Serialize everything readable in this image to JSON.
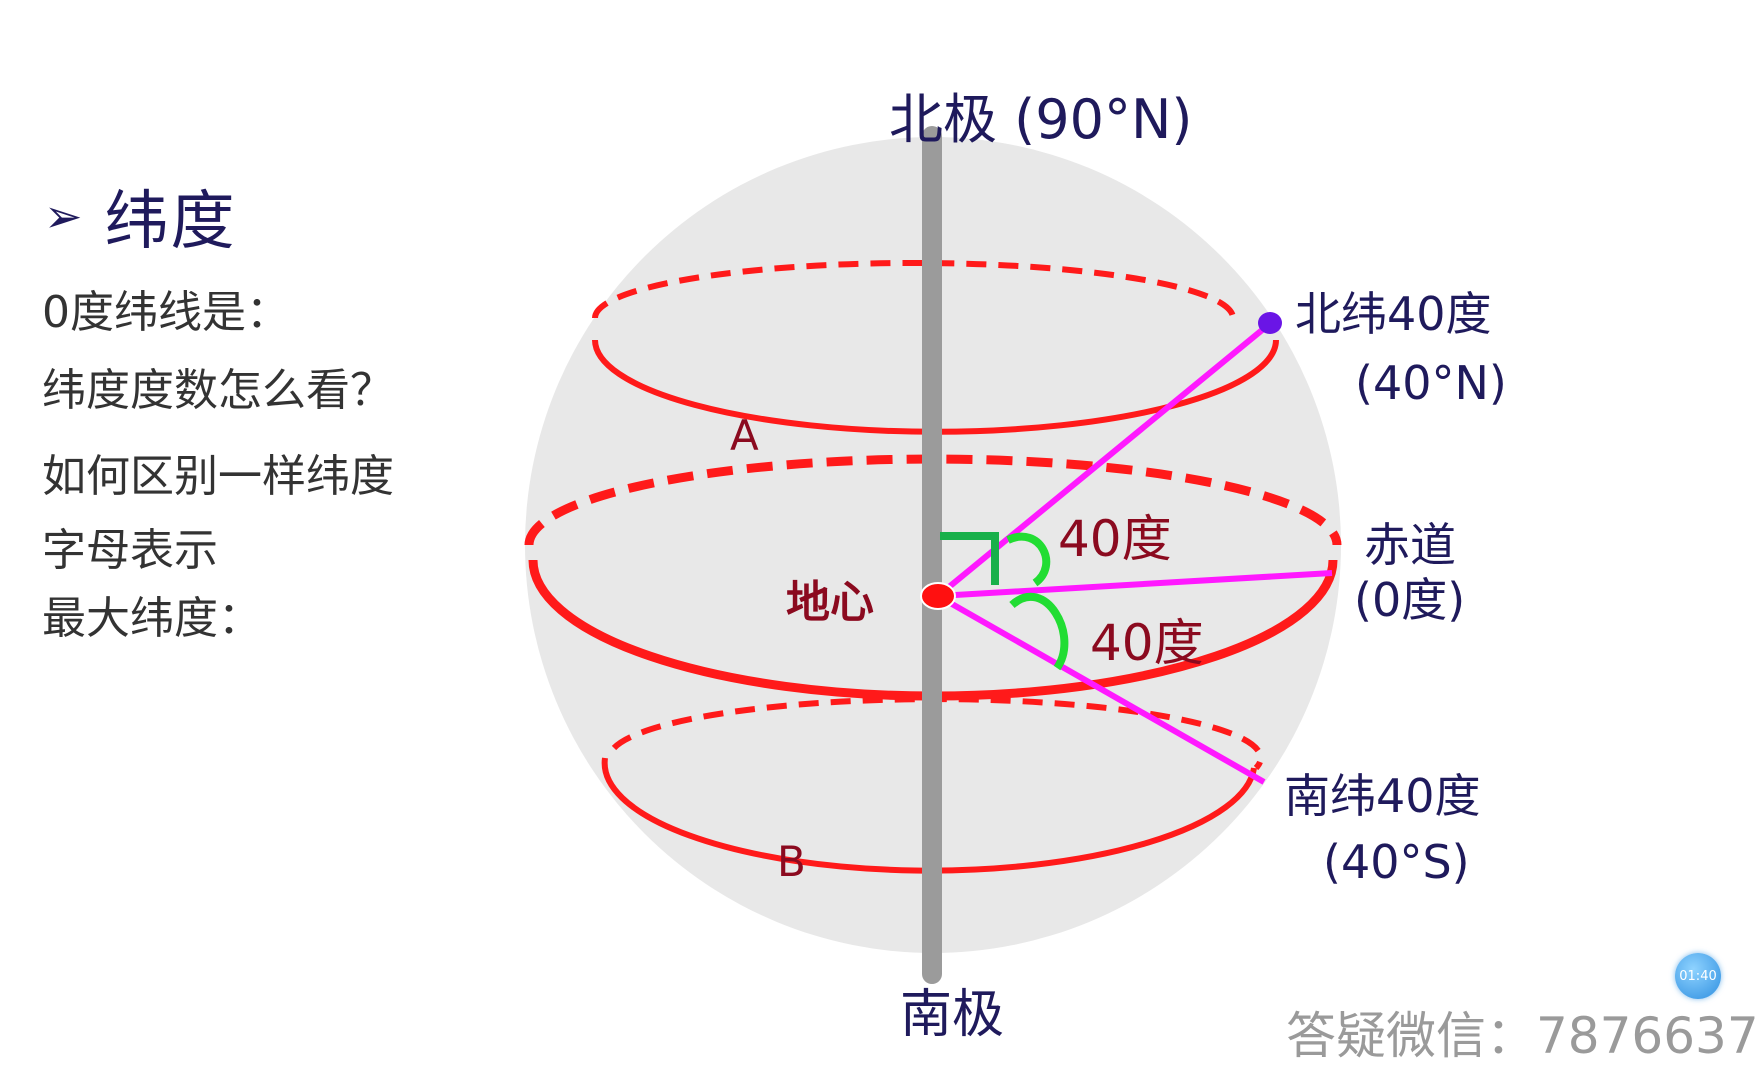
{
  "heading": {
    "marker": "➢",
    "title": "纬度"
  },
  "questions": [
    "0度纬线是：",
    "纬度度数怎么看？",
    "如何区别一样纬度",
    "字母表示",
    "最大纬度："
  ],
  "diagram": {
    "north_pole_label": "北极 (90°N)",
    "south_pole_label": "南极",
    "center_label": "地心",
    "north_lat_label": "北纬40度",
    "north_lat_code": "(40°N)",
    "equator_label": "赤道",
    "equator_code": "(0度)",
    "south_lat_label": "南纬40度",
    "south_lat_code": "(40°S)",
    "angle_top_label": "40度",
    "angle_bottom_label": "40度",
    "letter_a": "A",
    "letter_b": "B"
  },
  "timer": "01:40",
  "watermark": "答疑微信：7876637",
  "colors": {
    "heading": "#1f1a5c",
    "latitude_lines": "#ff1a1a",
    "radius_lines": "#ff19ff",
    "angle_marks": "#22dd33",
    "center_label": "#8b0a1f",
    "globe": "#e8e8e8",
    "axis": "#9b9b9b"
  }
}
